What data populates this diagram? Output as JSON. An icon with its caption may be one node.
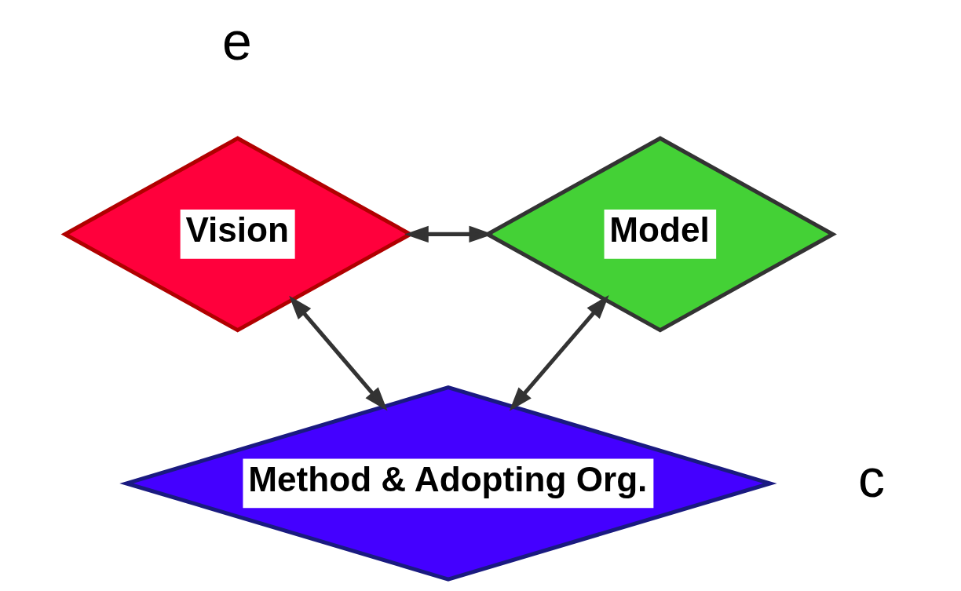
{
  "diagram": {
    "nodes": [
      {
        "text": [
          "Vision"
        ]
      },
      {
        "text": [
          "Model"
        ]
      },
      {
        "text": [
          "Method & Adopting Org."
        ]
      }
    ],
    "edges": [
      {
        "from": 0,
        "to": 1,
        "arrow": "both"
      },
      {
        "from": 0,
        "to": 2,
        "arrow": "both"
      },
      {
        "from": 1,
        "to": 2,
        "arrow": "both"
      }
    ],
    "labels": [
      "e",
      "c"
    ]
  }
}
